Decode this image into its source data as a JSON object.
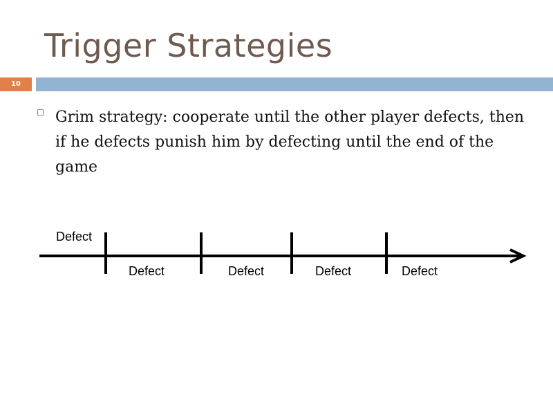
{
  "slide": {
    "title": "Trigger Strategies",
    "number": "10",
    "colors": {
      "title": "#6f5a50",
      "number_badge": "#e0814a",
      "header_bar": "#93b3d2"
    }
  },
  "content": {
    "bullets": [
      {
        "icon": "hollow-square-bullet-icon",
        "text": "Grim strategy: cooperate until the other player defects, then if he defects punish him by defecting until the end of the game"
      }
    ]
  },
  "timeline": {
    "first_label": "Defect",
    "period_labels": [
      "Defect",
      "Defect",
      "Defect",
      "Defect"
    ],
    "tick_count": 4,
    "arrow": "right-arrow-icon"
  }
}
